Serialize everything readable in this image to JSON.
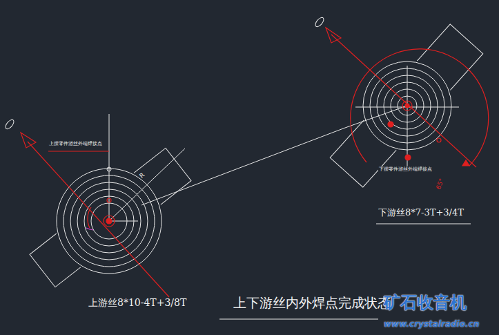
{
  "diagram": {
    "title": "上下游丝内外焊点完成状态",
    "labels": [
      "上游丝8*10-4T+3/8T",
      "下游丝8*7-3T+3/4T",
      "上摆零件游丝外端焊接点",
      "下摆零件游丝外端焊接点",
      "R",
      "65°",
      "矿石收音机",
      "www.crystalradio.cn"
    ]
  }
}
